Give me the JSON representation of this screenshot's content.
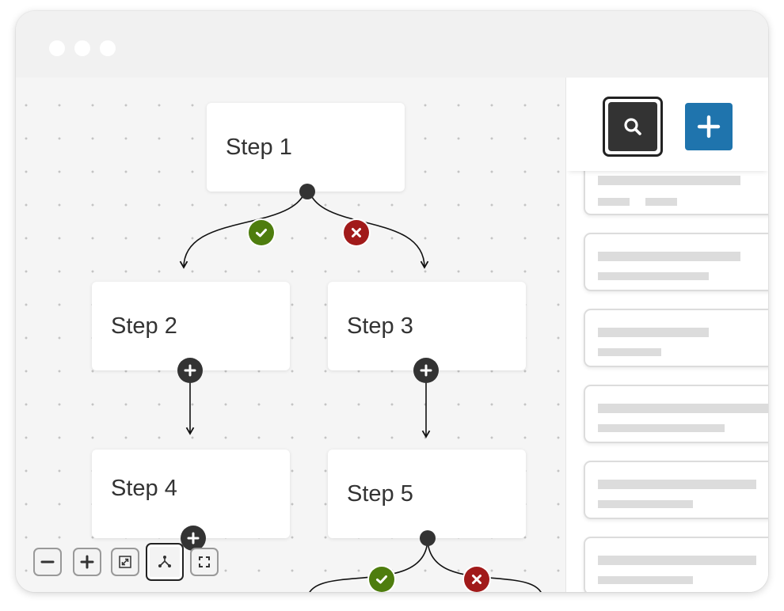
{
  "canvas": {
    "nodes": [
      {
        "id": "step-1",
        "label": "Step 1"
      },
      {
        "id": "step-2",
        "label": "Step 2"
      },
      {
        "id": "step-3",
        "label": "Step 3"
      },
      {
        "id": "step-4",
        "label": "Step 4"
      },
      {
        "id": "step-5",
        "label": "Step 5"
      }
    ],
    "edges": [
      {
        "from": "step-1",
        "to": "step-2",
        "condition": "success"
      },
      {
        "from": "step-1",
        "to": "step-3",
        "condition": "failure"
      },
      {
        "from": "step-2",
        "to": "step-4",
        "condition": "next"
      },
      {
        "from": "step-3",
        "to": "step-5",
        "condition": "next"
      }
    ],
    "controls": [
      "zoom-out-icon",
      "zoom-in-icon",
      "fit-view-icon",
      "auto-layout-icon",
      "fullscreen-icon"
    ],
    "active_control": "auto-layout-icon"
  },
  "sidebar": {
    "toolbar_icons": [
      "search-icon",
      "plus-icon"
    ],
    "accent_color": "#1f74ad"
  },
  "colors": {
    "success": "#4e7d0e",
    "failure": "#a11a1a",
    "handle": "#333333"
  }
}
